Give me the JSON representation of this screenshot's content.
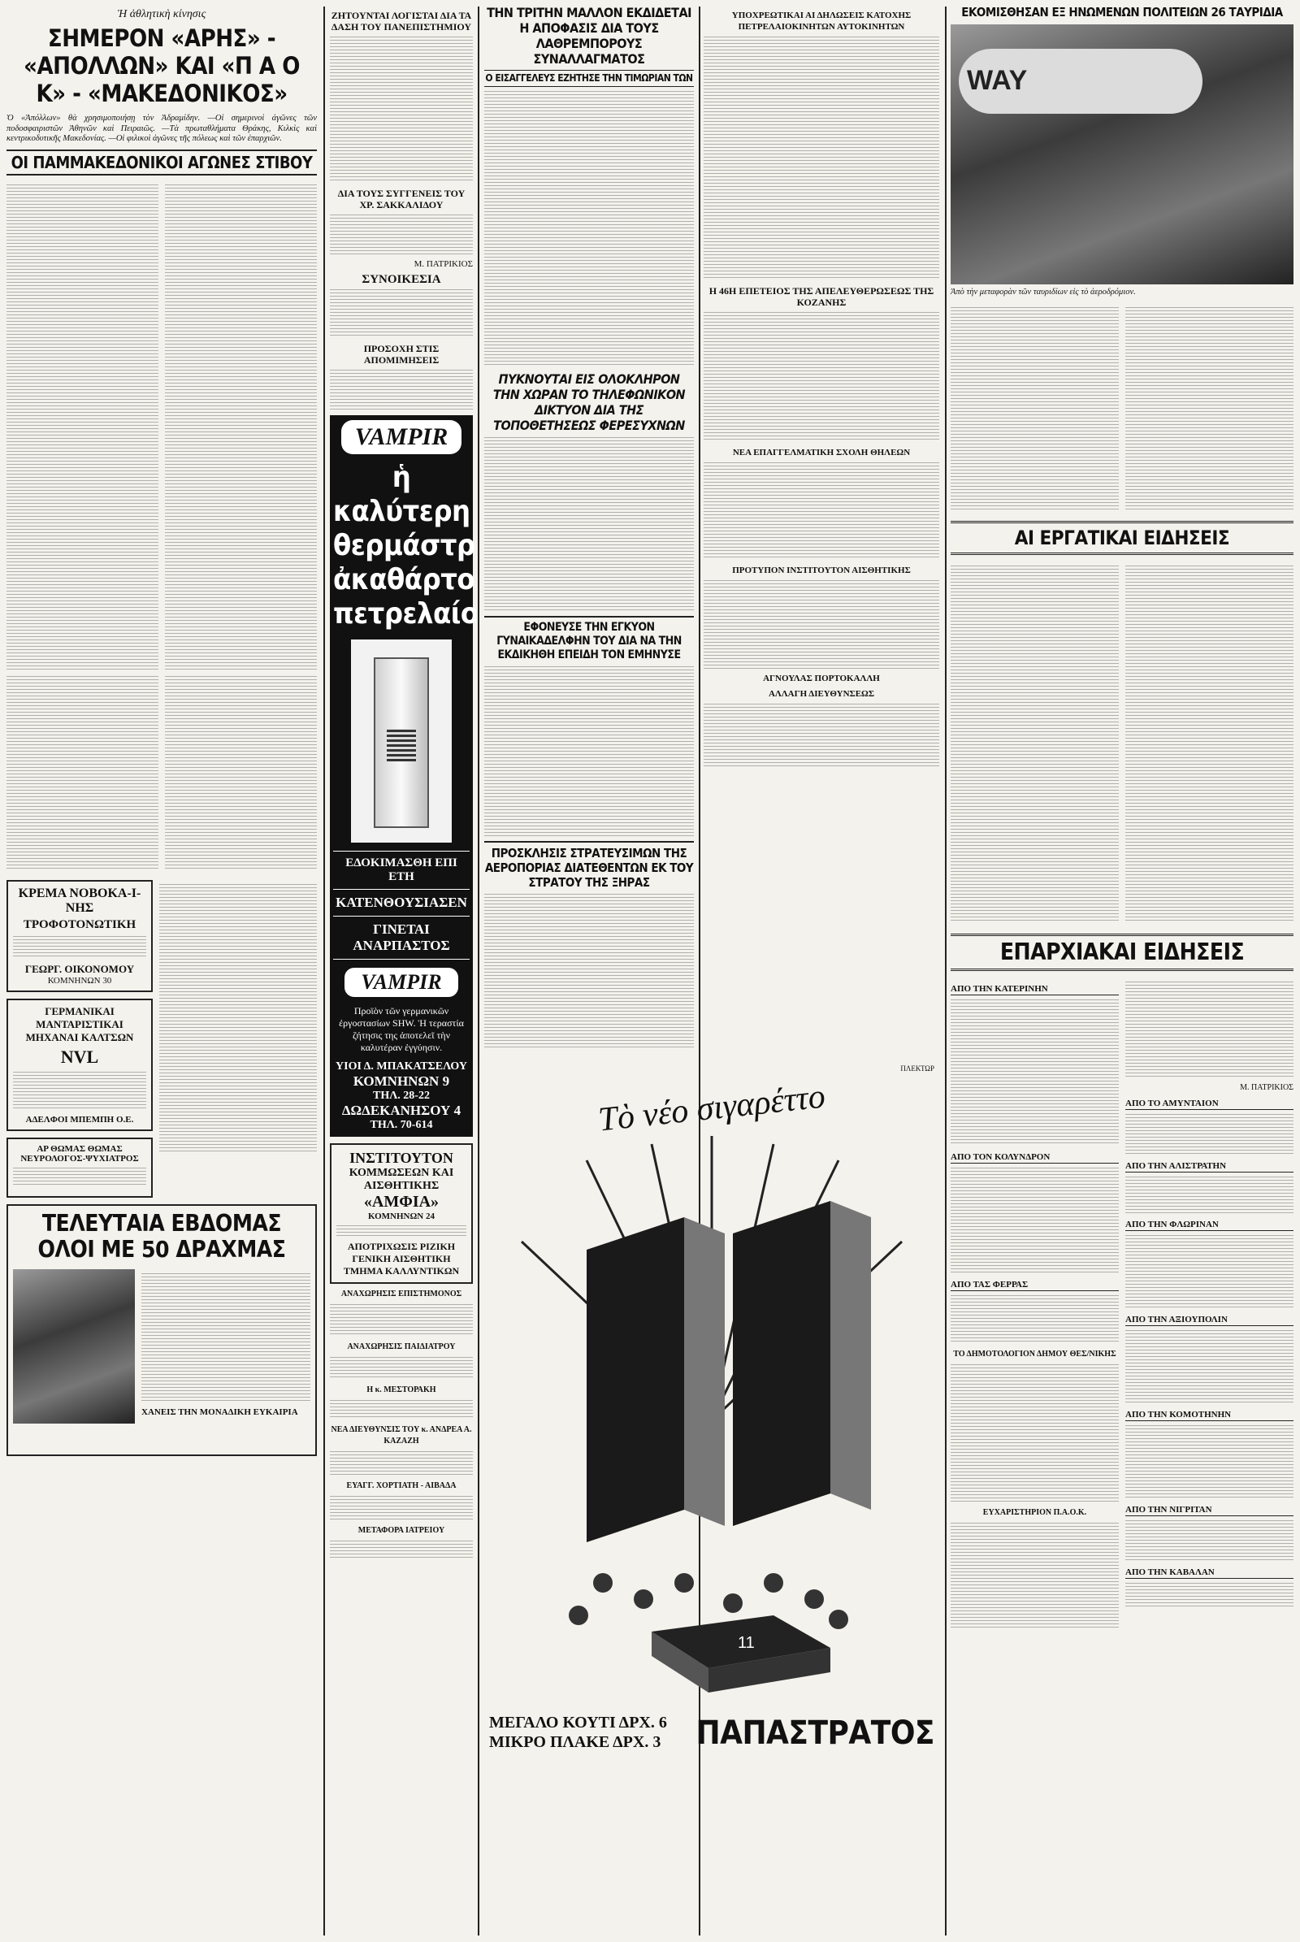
{
  "col1": {
    "kicker": "Ἡ ἀθλητικὴ κίνησις",
    "headline": "ΣΗΜΕΡΟΝ «ΑΡΗΣ» - «ΑΠΟΛΛΩΝ» ΚΑΙ «Π Α Ο Κ» - «ΜΑΚΕΔΟΝΙΚΟΣ»",
    "intro": "Ὁ «Ἀπόλλων» θὰ χρησιμοποιήσῃ τὸν Ἀδραμίδην. —Οἱ σημερινοὶ ἀγῶνες τῶν ποδοσφαιριστῶν Ἀθηνῶν καὶ Πειραιῶς. —Τὰ πρωταθλήματα Θράκης, Κιλκὶς καὶ κεντρικοδυτικῆς Μακεδονίας. —Οἱ φιλικοὶ ἀγῶνες τῆς πόλεως καὶ τῶν ἐπαρχιῶν.",
    "section": "ΟΙ ΠΑΜΜΑΚΕΔΟΝΙΚΟΙ ΑΓΩΝΕΣ ΣΤΙΒΟΥ",
    "ad1": {
      "line1": "ΚΡΕΜΑ ΝΟΒΟΚΑ-Ι-ΝΗΣ",
      "line2": "ΤΡΟΦΟΤΟΝΩΤΙΚΗ",
      "line3": "ΓΕΩΡΓ. ΟΙΚΟΝΟΜΟΥ",
      "line4": "ΚΟΜΝΗΝΩΝ 30"
    },
    "ad2": {
      "line1": "ΓΕΡΜΑΝΙΚΑΙ ΜΑΝΤΑΡΙΣΤΙΚΑΙ ΜΗΧΑΝΑΙ ΚΑΛΤΣΩΝ",
      "line2": "NVL",
      "line3": "ΑΔΕΛΦΟΙ ΜΠΕΜΠΗ Ο.Ε."
    },
    "ad3": "ΑΡ ΘΩΜΑΣ ΘΩΜΑΣ ΝΕΥΡΟΛΟΓΟΣ-ΨΥΧΙΑΤΡΟΣ",
    "promo": {
      "line1": "ΤΕΛΕΥΤΑΙΑ ΕΒΔΟΜΑΣ",
      "line2": "ΟΛΟΙ ΜΕ 50 ΔΡΑΧΜΑΣ",
      "body": "ΧΑΝΕΙΣ ΤΗΝ ΜΟΝΑΔΙΚΗ ΕΥΚΑΙΡΙΑ"
    }
  },
  "col2": {
    "h1": "ΖΗΤΟΥΝΤΑΙ ΛΟΓΙΣΤΑΙ ΔΙΑ ΤΑ ΔΑΣΗ ΤΟΥ ΠΑΝΕΠΙΣΤΗΜΙΟΥ",
    "h2": "ΔΙΑ ΤΟΥΣ ΣΥΓΓΕΝΕΙΣ ΤΟΥ ΧΡ. ΣΑΚΚΑΛΙΔΟΥ",
    "h3": "ΣΥΝΟΙΚΕΣΙΑ",
    "h4": "ΠΡΟΣΟΧΗ ΣΤΙΣ ΑΠΟΜΙΜΗΣΕΙΣ",
    "signature": "Μ. ΠΑΤΡΙΚΙΟΣ",
    "vampir": {
      "brand": "VAMPIR",
      "slogan": "ἡ καλύτερη θερμάστρα ἀκαθάρτου πετρελαίου",
      "t1": "ΕΔΟΚΙΜΑΣΘΗ ΕΠΙ ΕΤΗ",
      "t2": "ΚΑΤΕΝΘΟΥΣΙΑΣΕΝ",
      "t3": "ΓΙΝΕΤΑΙ ΑΝΑΡΠΑΣΤΟΣ",
      "brand2": "VAMPIR",
      "product": "Προϊὸν τῶν γερμανικῶν ἐργοστασίων SHW. Ἡ τεραστία ζήτησις της ἀποτελεῖ τὴν καλυτέραν ἐγγύησιν.",
      "dealer": "ΥΙΟΙ Δ. ΜΠΑΚΑΤΣΕΛΟΥ",
      "addr1": "ΚΟΜΝΗΝΩΝ 9",
      "tel1": "ΤΗΛ. 28-22",
      "addr2": "ΔΩΔΕΚΑΝΗΣΟΥ 4",
      "tel2": "ΤΗΛ. 70-614"
    },
    "amfia": {
      "h1": "ΙΝΣΤΙΤΟΥΤΟΝ",
      "h2": "ΚΟΜΜΩΣΕΩΝ ΚΑΙ ΑΙΣΘΗΤΙΚΗΣ",
      "h3": "«ΑΜΦΙΑ»",
      "l1": "ΚΟΜΝΗΝΩΝ 24",
      "l2": "ΑΠΟΤΡΙΧΩΣΙΣ ΡΙΖΙΚΗ",
      "l3": "ΓΕΝΙΚΗ ΑΙΣΘΗΤΙΚΗ",
      "l4": "ΤΜΗΜΑ ΚΑΛΛΥΝΤΙΚΩΝ"
    },
    "notices": [
      "ΑΝΑΧΩΡΗΣΙΣ ΕΠΙΣΤΗΜΟΝΟΣ",
      "ΑΝΑΧΩΡΗΣΙΣ ΠΑΙΔΙΑΤΡΟΥ",
      "Η κ. ΜΕΣΤΟΡΑΚΗ",
      "ΝΕΑ ΔΙΕΥΘΥΝΣΙΣ ΤΟΥ κ. ΑΝΔΡΕΑ Α. ΚΑΖΑΖΗ",
      "ΕΥΑΓΓ. ΧΟΡΤΙΑΤΗ - ΑΙΒΑΔΑ",
      "ΜΕΤΑΦΟΡΑ ΙΑΤΡΕΙΟΥ"
    ]
  },
  "col3": {
    "h1": "ΤΗΝ ΤΡΙΤΗΝ ΜΑΛΛΟΝ ΕΚΔΙΔΕΤΑΙ Η ΑΠΟΦΑΣΙΣ ΔΙΑ ΤΟΥΣ ΛΑΘΡΕΜΠΟΡΟΥΣ ΣΥΝΑΛΛΑΓΜΑΤΟΣ",
    "h1b": "Ο ΕΙΣΑΓΓΕΛΕΥΣ ΕΖΗΤΗΣΕ ΤΗΝ ΤΙΜΩΡΙΑΝ ΤΩΝ",
    "h2": "ΠΥΚΝΟΥΤΑΙ ΕΙΣ ΟΛΟΚΛΗΡΟΝ ΤΗΝ ΧΩΡΑΝ ΤΟ ΤΗΛΕΦΩΝΙΚΟΝ ΔΙΚΤΥΟΝ ΔΙΑ ΤΗΣ ΤΟΠΟΘΕΤΗΣΕΩΣ ΦΕΡΕΣΥΧΝΩΝ",
    "h3": "ΕΦΟΝΕΥΣΕ ΤΗΝ ΕΓΚΥΟΝ ΓΥΝΑΙΚΑΔΕΛΦΗΝ ΤΟΥ ΔΙΑ ΝΑ ΤΗΝ ΕΚΔΙΚΗΘΗ ΕΠΕΙΔΗ ΤΟΝ ΕΜΗΝΥΣΕ",
    "h4": "ΠΡΟΣΚΛΗΣΙΣ ΣΤΡΑΤΕΥΣΙΜΩΝ ΤΗΣ ΑΕΡΟΠΟΡΙΑΣ ΔΙΑΤΕΘΕΝΤΩΝ ΕΚ ΤΟΥ ΣΤΡΑΤΟΥ ΤΗΣ ΞΗΡΑΣ"
  },
  "col4": {
    "h1": "ΥΠΟΧΡΕΩΤΙΚΑΙ ΑΙ ΔΗΛΩΣΕΙΣ ΚΑΤΟΧΗΣ ΠΕΤΡΕΛΑΙΟΚΙΝΗΤΩΝ ΑΥΤΟΚΙΝΗΤΩΝ",
    "h2": "Η 46Η ΕΠΕΤΕΙΟΣ ΤΗΣ ΑΠΕΛΕΥΘΕΡΩΣΕΩΣ ΤΗΣ ΚΟΖΑΝΗΣ",
    "h3": "ΝΕΑ ΕΠΑΓΓΕΛΜΑΤΙΚΗ ΣΧΟΛΗ ΘΗΛΕΩΝ",
    "h4": "ΠΡΟΤΥΠΟΝ ΙΝΣΤΙΤΟΥΤΟΝ ΑΙΣΘΗΤΙΚΗΣ",
    "h4sig": "ΑΓΝΟΥΛΑΣ ΠΟΡΤΟΚΑΛΛΗ",
    "h5": "ΑΛΛΑΓΗ ΔΙΕΥΘΥΝΣΕΩΣ"
  },
  "cigarette": {
    "script": "Τὸ νέο σιγαρέττο",
    "number": "11",
    "price1": "ΜΕΓΑΛΟ ΚΟΥΤΙ ΔΡΧ. 6",
    "price2": "ΜΙΚΡΟ ΠΛΑΚΕ ΔΡΧ. 3",
    "brand": "ΠΑΠΑΣΤΡΑΤΟΣ",
    "credit": "ΠΛΕΚΤΩΡ"
  },
  "col5": {
    "h1": "ΕΚΟΜΙΣΘΗΣΑΝ ΕΞ ΗΝΩΜΕΝΩΝ ΠΟΛΙΤΕΙΩΝ 26 ΤΑΥΡΙΔΙΑ",
    "plane_text": "WAY",
    "caption": "Ἀπὸ τὴν μεταφορὰν τῶν ταυριδίων εἰς τὸ ἀεροδρόμιον.",
    "h2": "ΑΙ ΕΡΓΑΤΙΚΑΙ ΕΙΔΗΣΕΙΣ",
    "h3": "ΕΠΑΡΧΙΑΚΑΙ ΕΙΔΗΣΕΙΣ",
    "datelines": [
      "ΑΠΟ ΤΗΝ ΚΑΤΕΡΙΝΗΝ",
      "ΑΠΟ ΤΟΝ ΚΟΛΥΝΔΡΟΝ",
      "ΑΠΟ ΤΑΣ ΦΕΡΡΑΣ",
      "ΤΟ ΔΗΜΟΤΟΛΟΓΙΟΝ ΔΗΜΟΥ ΘΕΣ/ΝΙΚΗΣ",
      "ΑΠΟ ΤΟ ΑΜΥΝΤΑΙΟΝ",
      "ΑΠΟ ΤΗΝ ΑΛΙΣΤΡΑΤΗΝ",
      "ΑΠΟ ΤΗΝ ΦΛΩΡΙΝΑΝ",
      "ΑΠΟ ΤΗΝ ΑΞΙΟΥΠΟΛΙΝ",
      "ΑΠΟ ΤΗΝ ΚΟΜΟΤΗΝΗΝ",
      "ΑΠΟ ΤΗΝ ΝΙΓΡΙΤΑΝ",
      "ΑΠΟ ΤΗΝ ΚΑΒΑΛΑΝ"
    ],
    "paok": "ΕΥΧΑΡΙΣΤΗΡΙΟΝ Π.Α.Ο.Κ.",
    "sig": "Μ. ΠΑΤΡΙΚΙΟΣ"
  }
}
